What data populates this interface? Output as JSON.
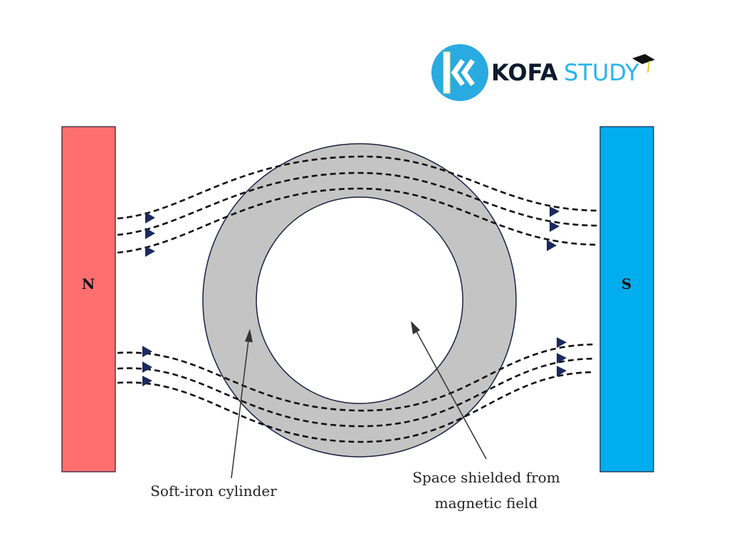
{
  "logo": {
    "text_dark": "KOFA",
    "text_light": "STUDY",
    "colors": {
      "circle": "#29aae1",
      "dark": "#0d1b2e",
      "light": "#29b5ee"
    }
  },
  "magnets": {
    "north": {
      "label": "N",
      "color": "#ff6f6f"
    },
    "south": {
      "label": "S",
      "color": "#00aeef"
    }
  },
  "cylinder": {
    "color": "#c4c4c4",
    "outline": "#1a2040"
  },
  "labels": {
    "cylinder": "Soft-iron cylinder",
    "shielded_line1": "Space shielded from",
    "shielded_line2": "magnetic field"
  }
}
